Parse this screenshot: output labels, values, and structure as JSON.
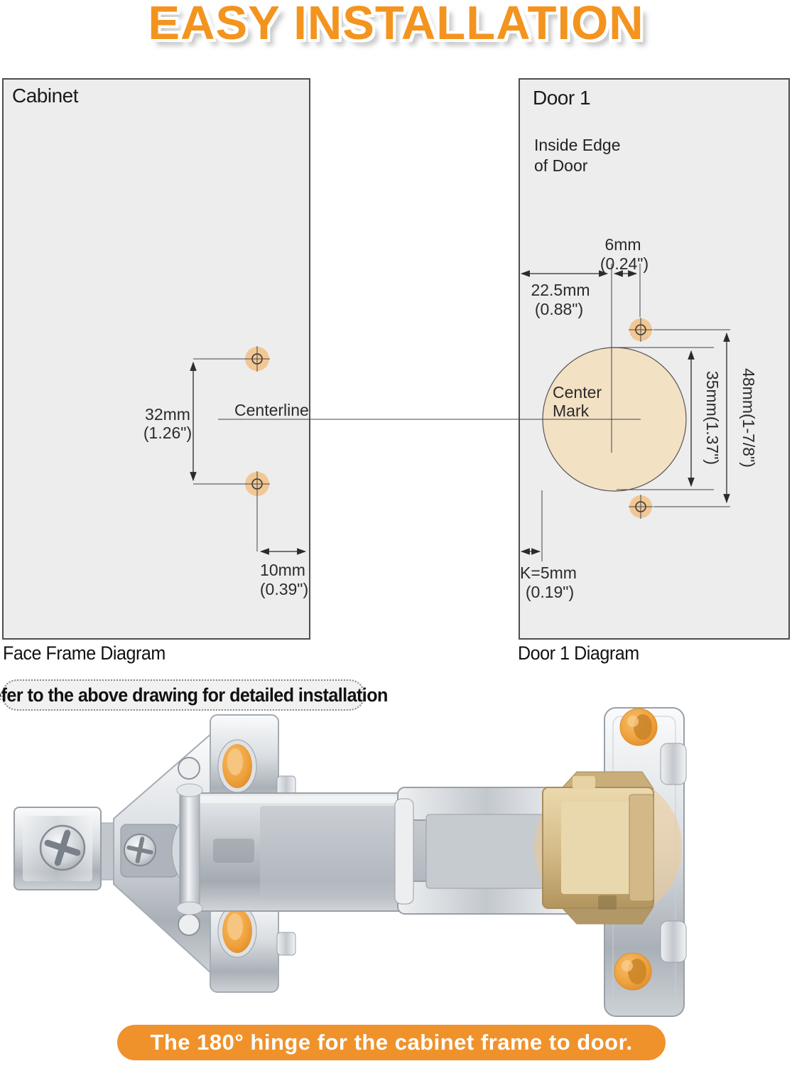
{
  "title": "EASY INSTALLATION",
  "cabinet": {
    "label": "Cabinet",
    "caption": "Face Frame Diagram",
    "centerline_label": "Centerline",
    "dim_vertical": {
      "mm": "32mm",
      "inch": "(1.26\")"
    },
    "dim_horizontal": {
      "mm": "10mm",
      "inch": "(0.39\")"
    }
  },
  "door": {
    "label": "Door 1",
    "edge_note": [
      "Inside Edge",
      "of Door"
    ],
    "center_mark": [
      "Center",
      "Mark"
    ],
    "caption": "Door 1 Diagram",
    "dim_setback": {
      "mm": "22.5mm",
      "inch": "(0.88\")"
    },
    "dim_offset": {
      "mm": "6mm",
      "inch": "(0.24\")"
    },
    "dim_cup": "35mm(1.37\")",
    "dim_screws": "48mm(1-7/8\")",
    "dim_k": {
      "mm": "K=5mm",
      "inch": "(0.19\")"
    }
  },
  "note": "Refer to the above drawing for detailed installation",
  "banner": "The 180° hinge for the cabinet frame to door.",
  "colors": {
    "accent_orange": "#F3941F",
    "banner_orange": "#F0922B",
    "hole_marker_tan": "#F1C795",
    "cup_fill_tan": "#F3E1C4",
    "panel_bg": "#EDEDED",
    "line": "#2B2B2B"
  }
}
